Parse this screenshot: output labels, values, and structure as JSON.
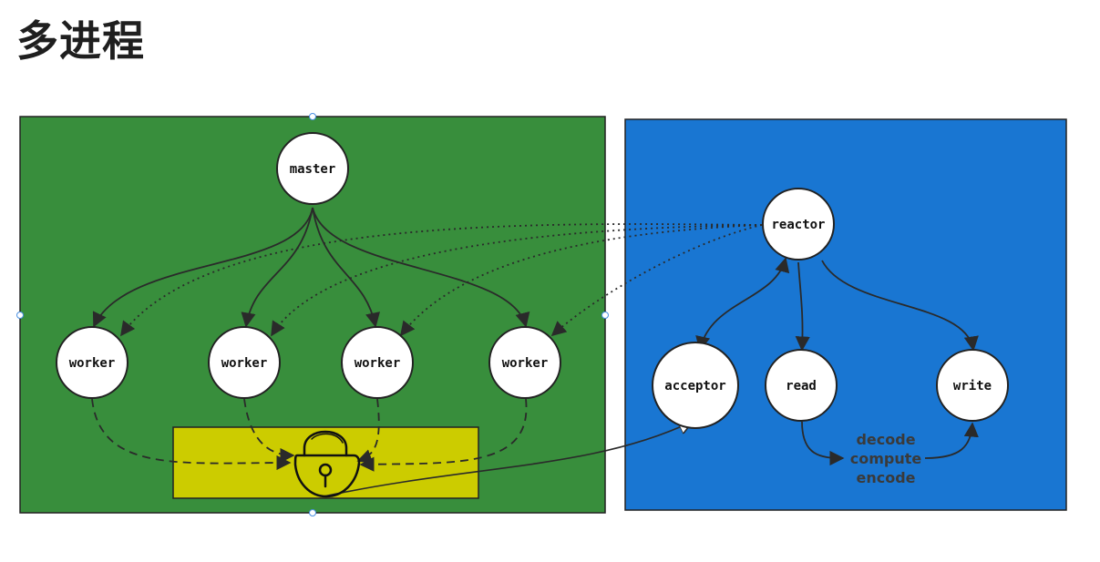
{
  "title": "多进程",
  "colors": {
    "process_panel": "#388e3c",
    "reactor_panel": "#1976d2",
    "lock_panel": "#cccc00",
    "node_fill": "#ffffff",
    "stroke": "#222222"
  },
  "process_group": {
    "master": "master",
    "workers": [
      "worker",
      "worker",
      "worker",
      "worker"
    ],
    "lock_icon": "padlock-icon"
  },
  "reactor_group": {
    "reactor": "reactor",
    "acceptor": "acceptor",
    "read": "read",
    "write": "write",
    "steps": [
      "decode",
      "compute",
      "encode"
    ]
  }
}
